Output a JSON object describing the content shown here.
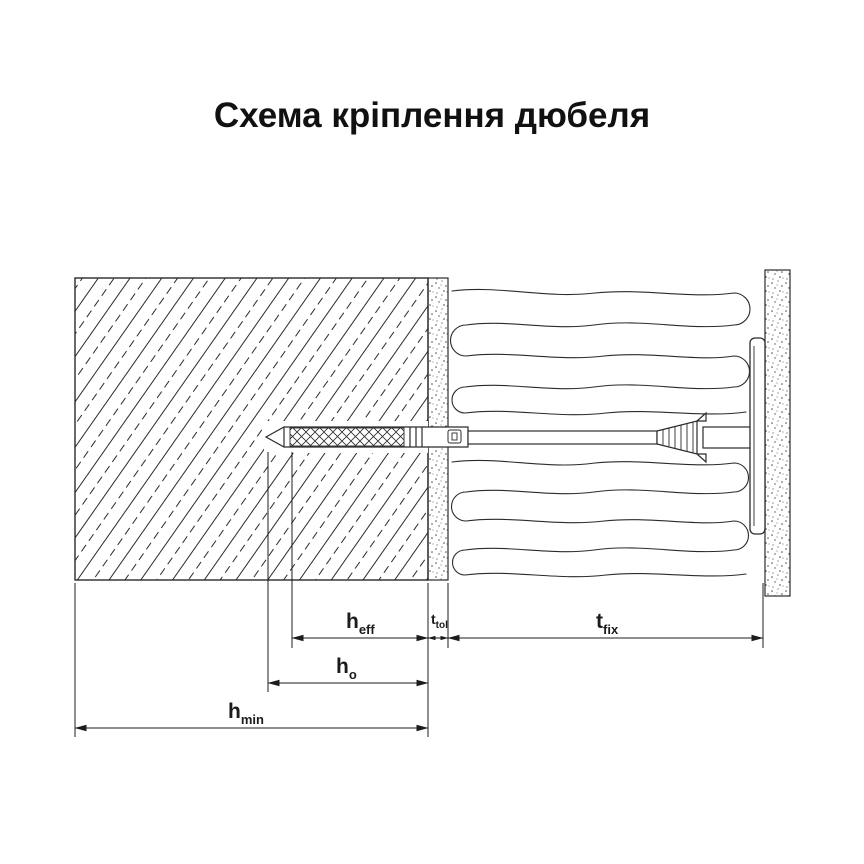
{
  "title": "Схема кріплення дюбеля",
  "diagram": {
    "dimensions": {
      "h_eff": {
        "main": "h",
        "sub": "eff"
      },
      "t_tol": {
        "main": "t",
        "sub": "tol"
      },
      "t_fix": {
        "main": "t",
        "sub": "fix"
      },
      "h_o": {
        "main": "h",
        "sub": "o"
      },
      "h_min": {
        "main": "h",
        "sub": "min"
      }
    },
    "colors": {
      "line": "#2b2b2b",
      "background": "#ffffff"
    }
  }
}
